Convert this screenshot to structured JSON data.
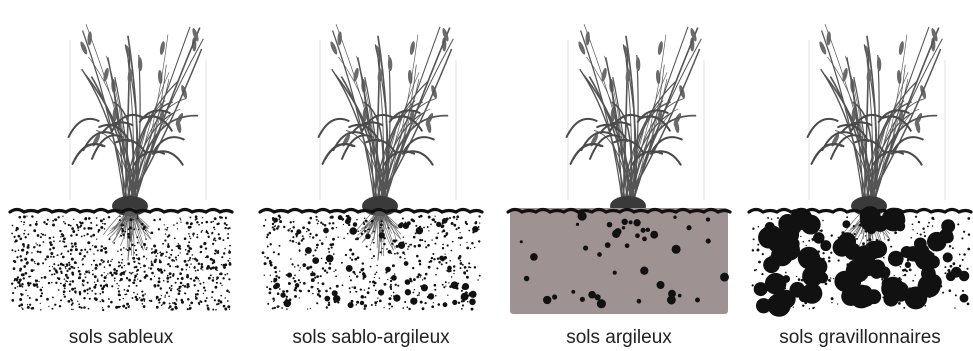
{
  "panels": [
    {
      "label": "sols sableux",
      "soil": "sand"
    },
    {
      "label": "sols sablo-argileux",
      "soil": "sandy-clay"
    },
    {
      "label": "sols argileux",
      "soil": "clay"
    },
    {
      "label": "sols gravillonnaires",
      "soil": "gravel"
    }
  ],
  "colors": {
    "ink": "#111111",
    "clay_fill": "#9e9292",
    "plant": "#555555"
  }
}
